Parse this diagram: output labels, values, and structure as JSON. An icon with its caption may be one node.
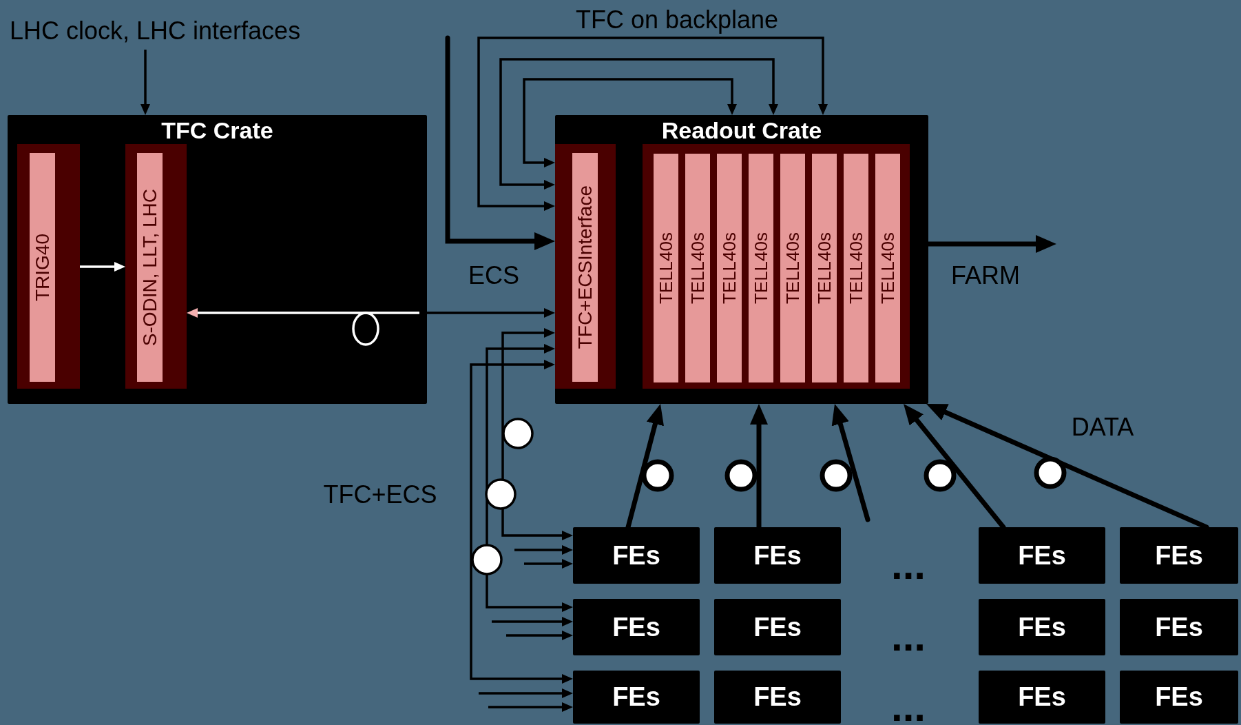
{
  "diagram": {
    "nodes": [
      {
        "text": [
          "LHC clock, LHC interfaces"
        ]
      },
      {
        "text": [
          "TFC Crate"
        ]
      },
      {
        "text": [
          "TRIG40"
        ],
        "in": 1
      },
      {
        "text": [
          "S-ODIN, LLT, LHC"
        ],
        "in": 1
      },
      {
        "text": [
          "Readout Crate"
        ]
      },
      {
        "text": [
          "TFC+ECSInterface"
        ],
        "in": 4
      },
      {
        "text": [
          "TELL40s"
        ],
        "in": 4
      },
      {
        "text": [
          "TELL40s"
        ],
        "in": 4
      },
      {
        "text": [
          "TELL40s"
        ],
        "in": 4
      },
      {
        "text": [
          "TELL40s"
        ],
        "in": 4
      },
      {
        "text": [
          "TELL40s"
        ],
        "in": 4
      },
      {
        "text": [
          "TELL40s"
        ],
        "in": 4
      },
      {
        "text": [
          "TELL40s"
        ],
        "in": 4
      },
      {
        "text": [
          "TELL40s"
        ],
        "in": 4
      },
      {
        "text": [
          "FEs"
        ]
      },
      {
        "text": [
          "FEs"
        ]
      },
      {
        "text": [
          "FEs"
        ]
      },
      {
        "text": [
          "FEs"
        ]
      },
      {
        "text": [
          "FEs"
        ]
      },
      {
        "text": [
          "FEs"
        ]
      },
      {
        "text": [
          "FEs"
        ]
      },
      {
        "text": [
          "FEs"
        ]
      },
      {
        "text": [
          "FEs"
        ]
      },
      {
        "text": [
          "FEs"
        ]
      },
      {
        "text": [
          "FEs"
        ]
      },
      {
        "text": [
          "FEs"
        ]
      }
    ],
    "edges": [
      {
        "from": 0,
        "to": 1,
        "arrow": "to"
      },
      {
        "from": 2,
        "to": 3,
        "arrow": "to",
        "color": "#ffffff"
      },
      {
        "from": 3,
        "to": 5,
        "arrow": "both"
      },
      {
        "from": 5,
        "to": 4,
        "arrow": "both"
      },
      {
        "from": 5,
        "to": 4,
        "arrow": "both"
      },
      {
        "from": 5,
        "to": 4,
        "arrow": "both"
      },
      {
        "from": null,
        "to": 5,
        "arrow": "to",
        "style": "thick"
      },
      {
        "from": 4,
        "to": null,
        "arrow": "to",
        "style": "thick"
      },
      {
        "from": 5,
        "to": 14,
        "arrow": "both"
      },
      {
        "from": 5,
        "to": 18,
        "arrow": "both"
      },
      {
        "from": 5,
        "to": 22,
        "arrow": "both"
      },
      {
        "from": null,
        "to": 14,
        "arrow": "to"
      },
      {
        "from": null,
        "to": 14,
        "arrow": "to"
      },
      {
        "from": null,
        "to": 18,
        "arrow": "to"
      },
      {
        "from": null,
        "to": 18,
        "arrow": "to"
      },
      {
        "from": null,
        "to": 22,
        "arrow": "to"
      },
      {
        "from": null,
        "to": 22,
        "arrow": "to"
      },
      {
        "from": 14,
        "to": 4,
        "arrow": "to",
        "style": "thick"
      },
      {
        "from": 15,
        "to": 4,
        "arrow": "to",
        "style": "thick"
      },
      {
        "from": null,
        "to": 4,
        "arrow": "to",
        "style": "thick"
      },
      {
        "from": 16,
        "to": 4,
        "arrow": "to",
        "style": "thick"
      },
      {
        "from": 17,
        "to": 4,
        "arrow": "to",
        "style": "thick"
      }
    ],
    "labels": [
      "TFC on backplane",
      "ECS",
      "FARM",
      "DATA",
      "TFC+ECS",
      "...",
      "...",
      "..."
    ]
  }
}
